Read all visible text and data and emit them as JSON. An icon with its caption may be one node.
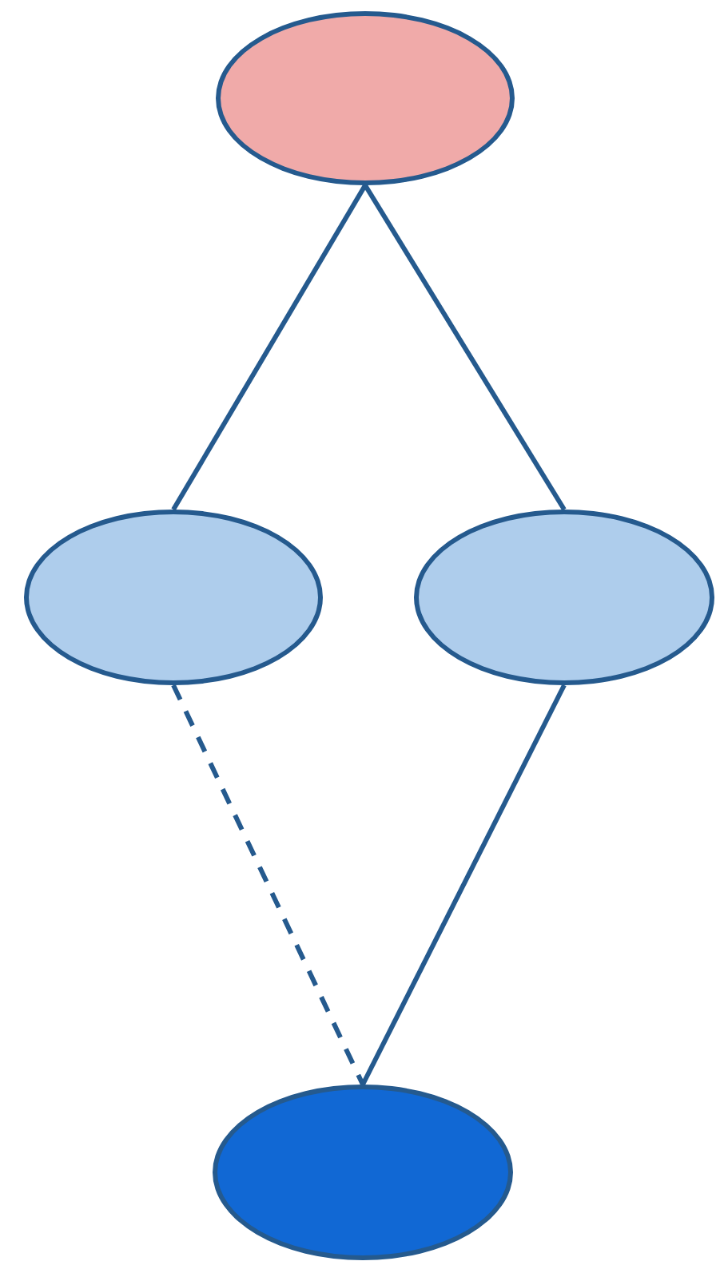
{
  "diagram": {
    "nodes": [
      {
        "text": [],
        "shape": "ellipse"
      },
      {
        "text": [],
        "shape": "ellipse"
      },
      {
        "text": [],
        "shape": "ellipse"
      },
      {
        "text": [],
        "shape": "ellipse"
      }
    ],
    "edges": [
      {
        "from": 0,
        "to": 1,
        "arrow": "none"
      },
      {
        "from": 0,
        "to": 2,
        "arrow": "none"
      },
      {
        "from": 1,
        "to": 3,
        "arrow": "none",
        "style": "dashed"
      },
      {
        "from": 2,
        "to": 3,
        "arrow": "none"
      }
    ]
  }
}
